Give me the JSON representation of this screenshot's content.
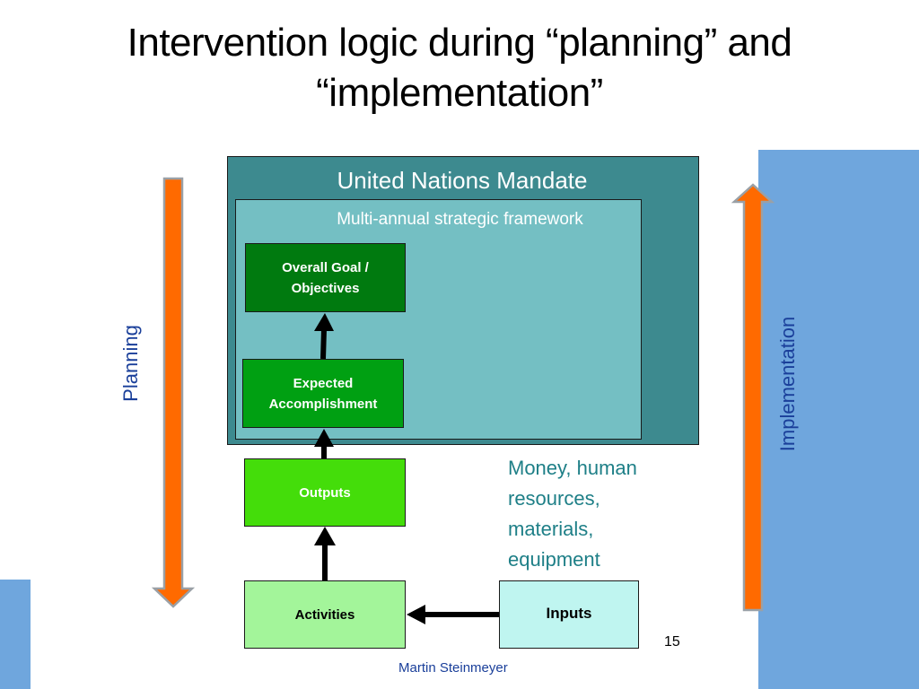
{
  "slide": {
    "title_line1": "Intervention logic during “planning” and",
    "title_line2": "“implementation”",
    "page_number": "15",
    "author": "Martin Steinmeyer"
  },
  "diagram": {
    "outer_frame_label": "United Nations Mandate",
    "inner_frame_label": "Multi-annual strategic framework",
    "boxes": {
      "overall_goal_line1": "Overall Goal /",
      "overall_goal_line2": "Objectives",
      "expected_line1": "Expected",
      "expected_line2": "Accomplishment",
      "outputs": "Outputs",
      "activities": "Activities",
      "inputs": "Inputs"
    },
    "inputs_description": [
      "Money, human",
      "resources,",
      "materials,",
      "equipment"
    ],
    "planning_label": "Planning",
    "implementation_label": "Implementation",
    "colors": {
      "outer_frame": "#3d8a8f",
      "inner_frame": "#74bfc3",
      "overall_goal": "#007a0f",
      "expected": "#00a012",
      "outputs": "#44dd0a",
      "activities": "#a3f59a",
      "inputs": "#bff5f0",
      "arrow_orange": "#ff6a00",
      "side_panel": "#6fa6dd",
      "label_blue": "#1a3f9a",
      "teal_text": "#1e7f87"
    }
  }
}
